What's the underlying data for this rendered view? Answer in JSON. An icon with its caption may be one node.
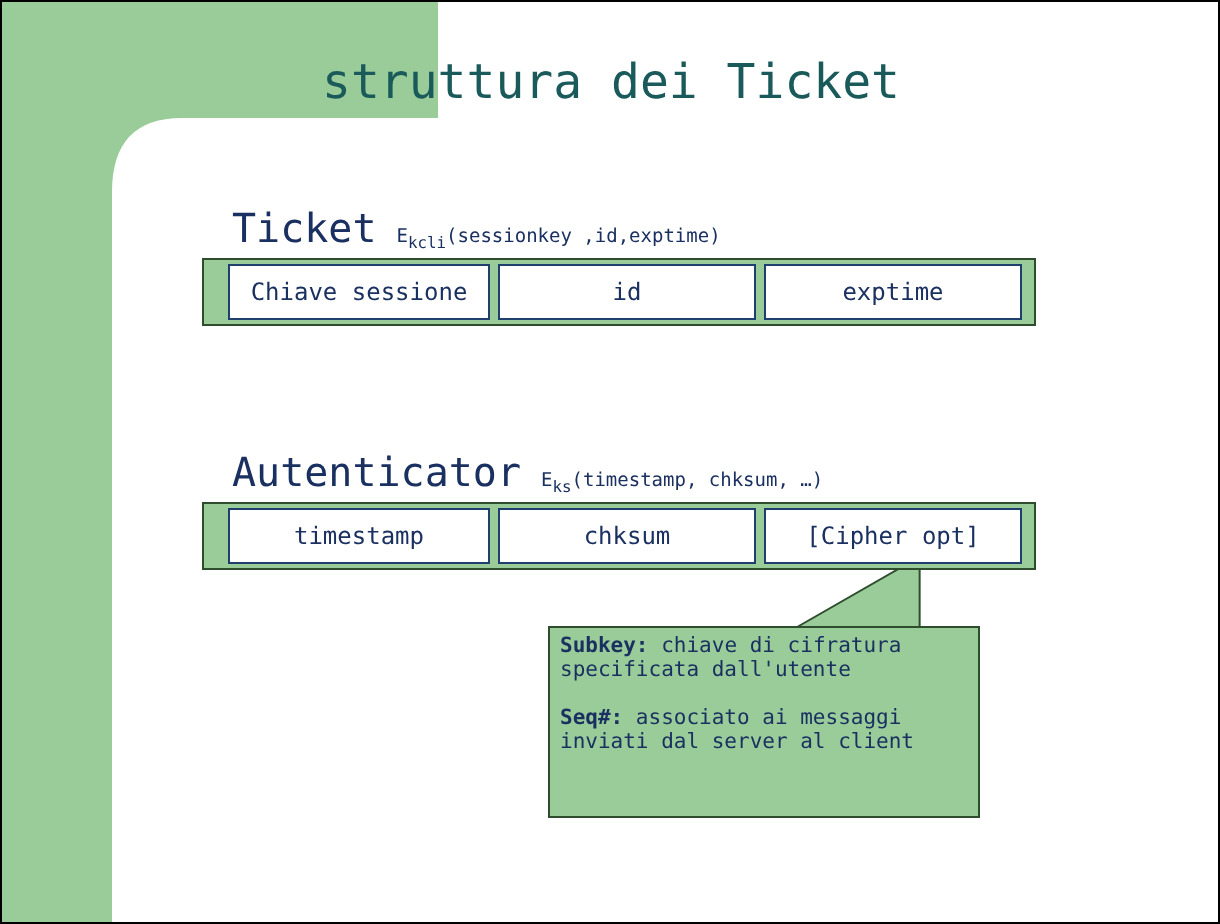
{
  "diagram": {
    "title": "struttura dei Ticket",
    "nodes": [
      {
        "text": [
          "Ticket",
          "E$_{kcli}$(sessionkey ,id,exptime)"
        ]
      },
      {
        "text": [
          "Chiave sessione"
        ],
        "in": 0
      },
      {
        "text": [
          "id"
        ],
        "in": 0
      },
      {
        "text": [
          "exptime"
        ],
        "in": 0
      },
      {
        "text": [
          "Autenticator",
          "E$_{ks}$(timestamp, chksum, …)"
        ]
      },
      {
        "text": [
          "timestamp"
        ],
        "in": 4
      },
      {
        "text": [
          "chksum"
        ],
        "in": 4
      },
      {
        "text": [
          "[Cipher opt]"
        ],
        "in": 4
      },
      {
        "text": [
          "**Subkey:** chiave di cifratura specificata dall'utente",
          "**Seq#:** associato ai messaggi inviati dal server al client"
        ]
      }
    ],
    "edges": [
      {
        "from": 8,
        "to": 7,
        "arrow": "none"
      }
    ]
  }
}
